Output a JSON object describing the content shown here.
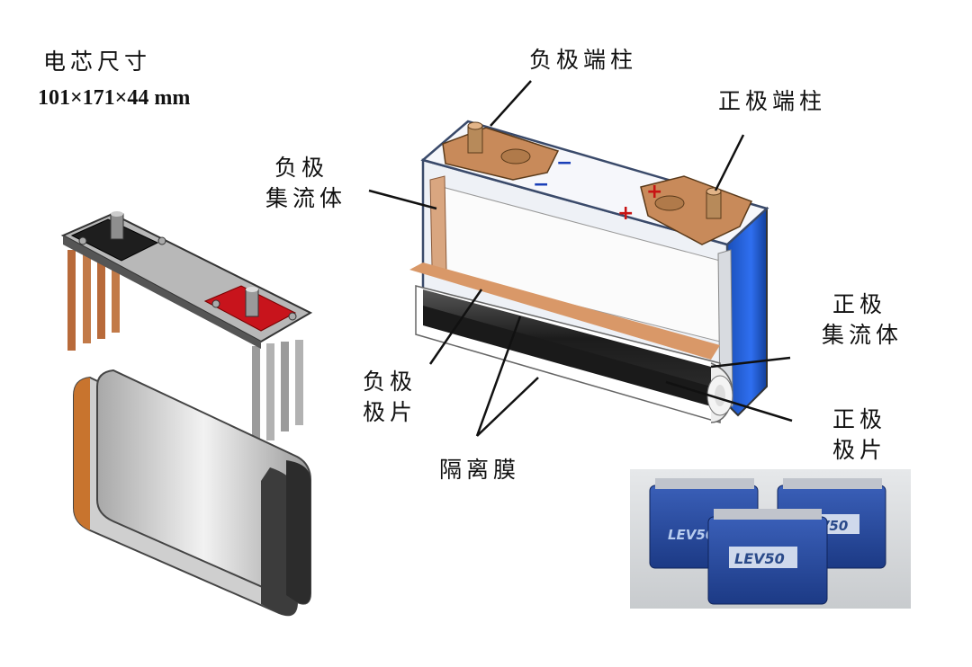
{
  "title": "电芯尺寸",
  "dimensions": "101×171×44 mm",
  "labels": {
    "neg_terminal": "负极端柱",
    "pos_terminal": "正极端柱",
    "neg_collector_1": "负极",
    "neg_collector_2": "集流体",
    "pos_collector_1": "正极",
    "pos_collector_2": "集流体",
    "neg_sheet_1": "负极",
    "neg_sheet_2": "极片",
    "pos_sheet_1": "正极",
    "pos_sheet_2": "极片",
    "separator": "隔离膜"
  },
  "product_label": "LEV50",
  "signs": {
    "plus": "+",
    "minus": "−"
  }
}
